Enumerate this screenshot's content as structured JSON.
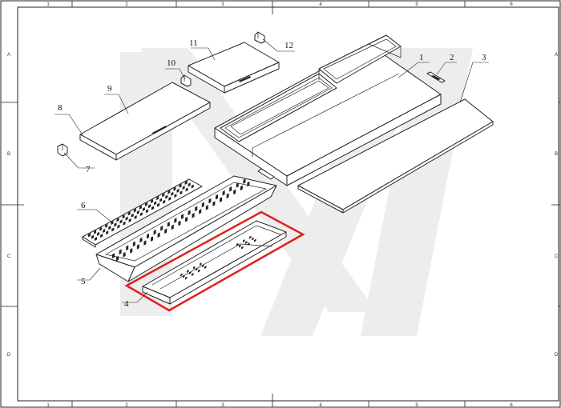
{
  "sheet": {
    "watermark": "M",
    "column_zones": [
      "1",
      "2",
      "3",
      "4",
      "5",
      "6"
    ],
    "row_zones": [
      "A",
      "B",
      "C",
      "D"
    ]
  },
  "callouts": [
    {
      "id": "1",
      "part": "cabinet-top-with-wells"
    },
    {
      "id": "2",
      "part": "bracket-clip"
    },
    {
      "id": "3",
      "part": "cutting-board-panel"
    },
    {
      "id": "4",
      "part": "inner-drip-tray"
    },
    {
      "id": "5",
      "part": "perforated-base-tray"
    },
    {
      "id": "6",
      "part": "perforated-grille"
    },
    {
      "id": "7",
      "part": "corner-clip-left"
    },
    {
      "id": "8",
      "part": "long-cover-lid"
    },
    {
      "id": "9",
      "part": "long-cover-lid-top"
    },
    {
      "id": "10",
      "part": "hinge-clip"
    },
    {
      "id": "11",
      "part": "short-cover-lid"
    },
    {
      "id": "12",
      "part": "hinge-clip-right"
    }
  ],
  "highlight": {
    "callout": "4",
    "color": "#e0201c"
  },
  "colors": {
    "line": "#222222",
    "watermark": "#ececec",
    "highlight": "#e0201c"
  }
}
